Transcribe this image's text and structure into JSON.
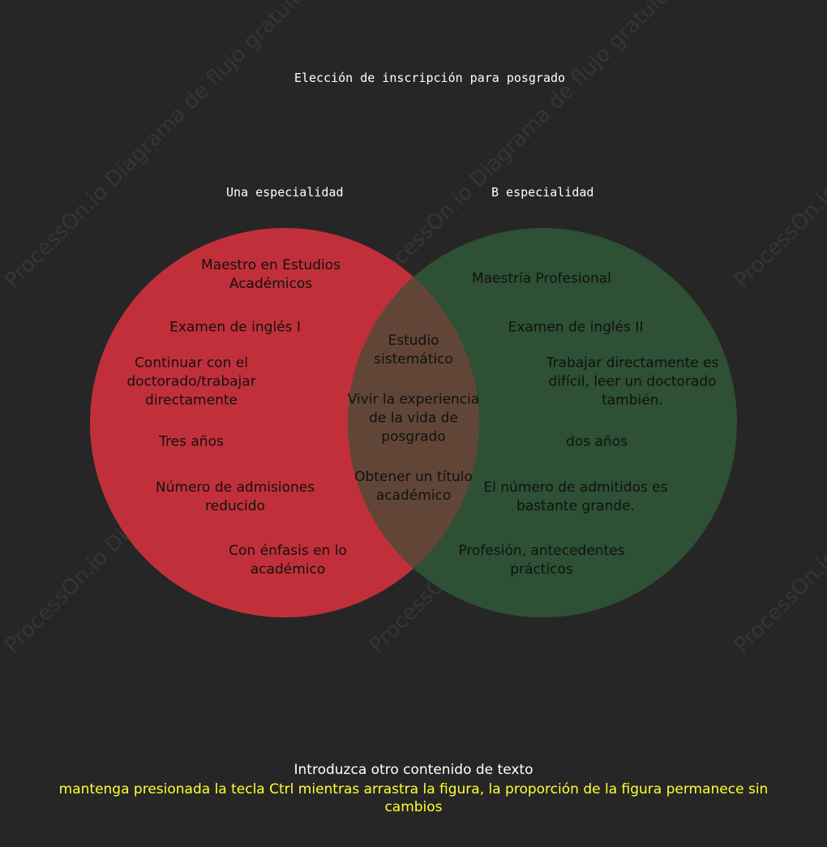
{
  "title": "Elección de inscripción para posgrado",
  "set_a": {
    "label": "Una especialidad",
    "color": "#c1303a",
    "items": [
      "Maestro en Estudios\nAcadémicos",
      "Examen de inglés I",
      "Continuar con el\ndoctorado/trabajar\ndirectamente",
      "Tres años",
      "Número de admisiones\nreducido",
      "Con énfasis en lo\nacadémico"
    ]
  },
  "set_b": {
    "label": "B especialidad",
    "color": "#2e5035",
    "items": [
      "Maestría Profesional",
      "Examen de inglés II",
      "Trabajar directamente es\ndifícil, leer un doctorado\ntambién.",
      "dos años",
      "El número de admitidos es\nbastante grande.",
      "Profesión, antecedentes\nprácticos"
    ]
  },
  "intersection": {
    "color": "#614637",
    "items": [
      "Estudio\nsistemático",
      "Vivir la experiencia\nde la vida de\nposgrado",
      "Obtener un título\nacadémico"
    ]
  },
  "footer": {
    "main_text": "Introduzca otro contenido de texto",
    "hint_text": "mantenga presionada la tecla Ctrl mientras arrastra la figura, la proporción de la figura permanece sin cambios",
    "hint_color": "#ffff33"
  },
  "watermark": "ProcessOn.io Diagrama de flujo gratuito",
  "background_color": "#262626"
}
